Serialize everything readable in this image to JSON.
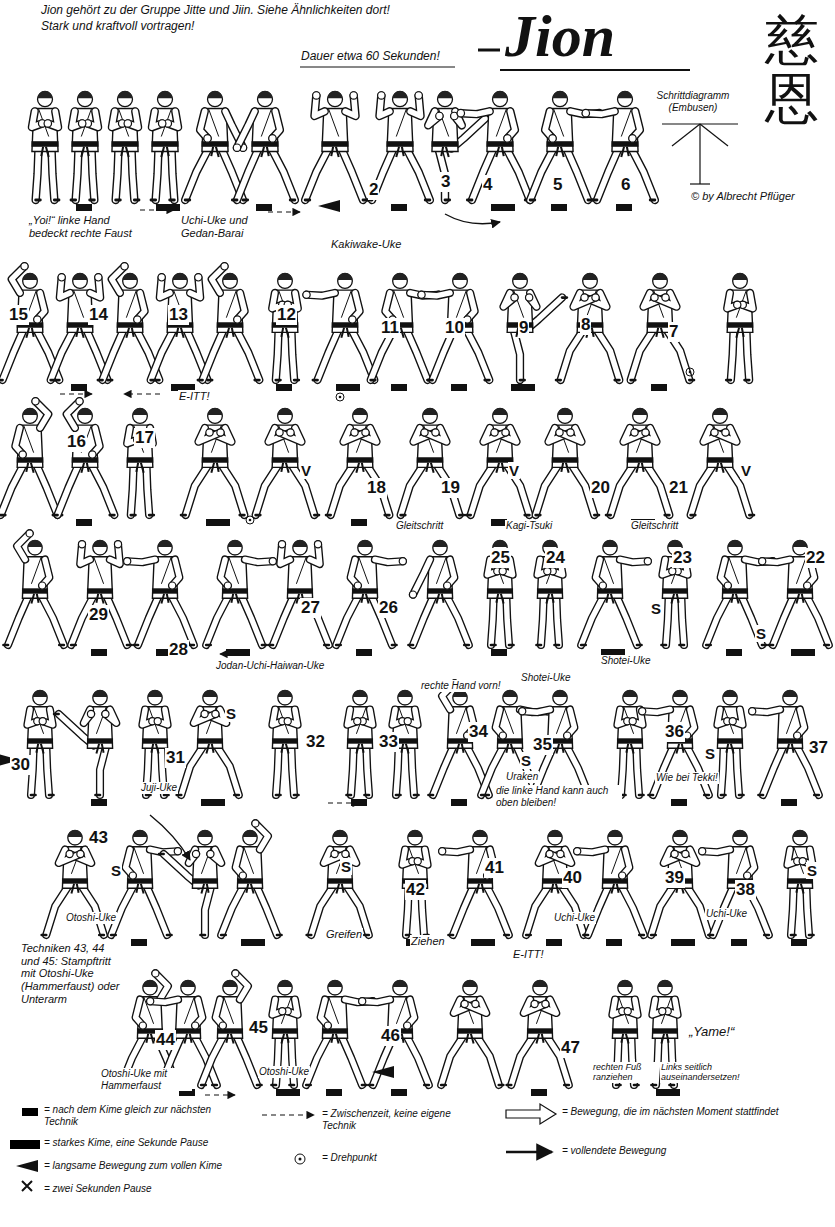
{
  "diagram": {
    "title": "Jion",
    "labels": [
      "Jion gehört zu der Gruppe Jitte und Jiin. Siehe Ähnlichkeiten dort!",
      "Stark und kraftvoll vortragen!",
      "Dauer etwa 60 Sekunden!",
      "慈恩",
      "Schrittdiagramm (Embusen)",
      "© by Albrecht Pflüger",
      "„Yoi!“ linke Hand bedeckt rechte Faust",
      "Uchi-Uke und Gedan-Barai",
      "2",
      "3",
      "4",
      "5",
      "6",
      "Kakiwake-Uke",
      "15",
      "14",
      "13",
      "12",
      "11",
      "10",
      "9",
      "8",
      "7",
      "16",
      "17",
      "E-ITT!",
      "V",
      "18",
      "Gleitschritt",
      "19",
      "Kagi-Tsuki",
      "V",
      "20",
      "21",
      "Gleitschritt",
      "V",
      "29",
      "28",
      "Jodan-Uchi-Haiwan-Uke",
      "27",
      "26",
      "rechte Hand vorn!",
      "25",
      "24",
      "Shotei-Uke",
      "23",
      "S",
      "Shotei-Uke",
      "22",
      "S",
      "30",
      "31",
      "Juji-Uke",
      "S",
      "32",
      "33",
      "34",
      "35",
      "S",
      "Uraken",
      "die linke Hand kann auch oben bleiben!",
      "36",
      "S",
      "Wie bei Tekki!",
      "37",
      "43",
      "S",
      "Otoshi-Uke",
      "S",
      "42",
      "41",
      "40",
      "Uchi-Uke",
      "39",
      "38",
      "Uchi-Uke",
      "S",
      "Techniken 43, 44 und 45: Stampftritt mit Otoshi-Uke (Hammerfaust) oder Unterarm",
      "44",
      "Otoshi-Uke mit Hammerfaust",
      "45",
      "Otoshi-Uke",
      "Greifen",
      "Ziehen",
      "46",
      "E-ITT!",
      "47",
      "„Yame!“",
      "rechten Fuß ranziehen",
      "Links seitlich auseinandersetzen!"
    ],
    "legend": [
      {
        "text": "= nach dem Kime gleich zur nächsten Technik",
        "color": "#000000"
      },
      {
        "text": "= starkes Kime, eine Sekunde Pause",
        "color": "#000000"
      },
      {
        "text": "= langsame Bewegung zum vollen Kime"
      },
      {
        "text": "= zwei Sekunden Pause"
      },
      {
        "text": "= Zwischenzeit, keine eigene Technik"
      },
      {
        "text": "= Drehpunkt"
      },
      {
        "text": "= Bewegung, die im nächsten Moment stattfindet"
      },
      {
        "text": "= vollendete Bewegung"
      }
    ]
  }
}
